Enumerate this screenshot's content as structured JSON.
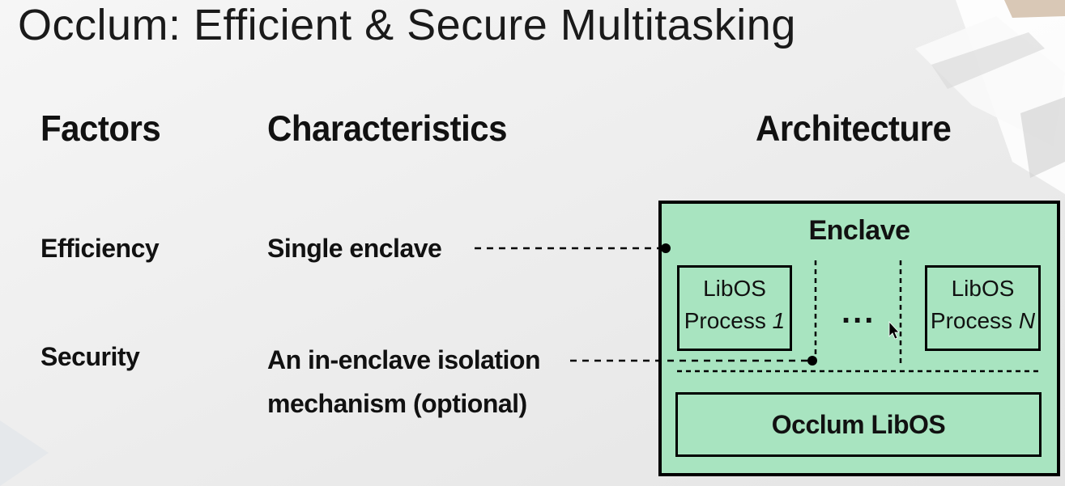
{
  "slide": {
    "title": "Occlum: Efficient & Secure Multitasking"
  },
  "headers": {
    "factors": "Factors",
    "characteristics": "Characteristics",
    "architecture": "Architecture"
  },
  "rows": [
    {
      "factor": "Efficiency",
      "characteristic": "Single enclave"
    },
    {
      "factor": "Security",
      "characteristic_line1": "An in-enclave isolation",
      "characteristic_line2": "mechanism (optional)"
    }
  ],
  "diagram": {
    "enclave_label": "Enclave",
    "process_1": {
      "line1": "LibOS",
      "line2_prefix": "Process ",
      "line2_index": "1"
    },
    "ellipsis": "...",
    "process_n": {
      "line1": "LibOS",
      "line2_prefix": "Process ",
      "line2_index": "N"
    },
    "libos_label": "Occlum LibOS",
    "colors": {
      "fill": "#a8e4c0",
      "border": "#000000"
    }
  }
}
